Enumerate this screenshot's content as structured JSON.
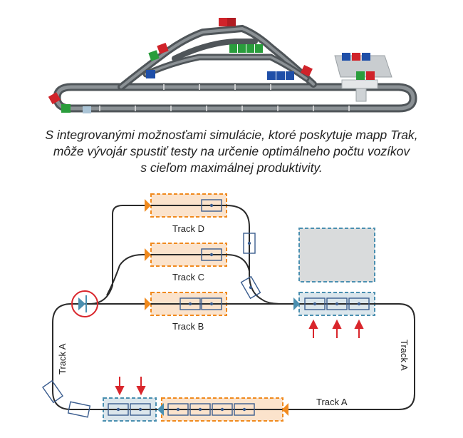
{
  "caption": {
    "line1": "S integrovanými možnosťami simulácie, ktoré poskytuje mapp Trak,",
    "line2": "môže vývojár spustiť testy na určenie optimálneho počtu vozíkov",
    "line3": "s cieľom maximálnej produktivity."
  },
  "tracks": {
    "d": "Track D",
    "c": "Track C",
    "b": "Track B",
    "a_bottom": "Track A",
    "a_left": "Track A",
    "a_right": "Track A"
  },
  "colors": {
    "track_line": "#2b2b2b",
    "orange_zone": "#f08a1e",
    "blue_zone": "#4a8fb0",
    "shuttle": "#3b5d8f",
    "arrow": "#d9262c",
    "switch_circle": "#d9262c",
    "cube_red": "#d0232a",
    "cube_green": "#2a9d3c",
    "cube_blue": "#1f4fa8",
    "rail_gray": "#6f7478"
  }
}
